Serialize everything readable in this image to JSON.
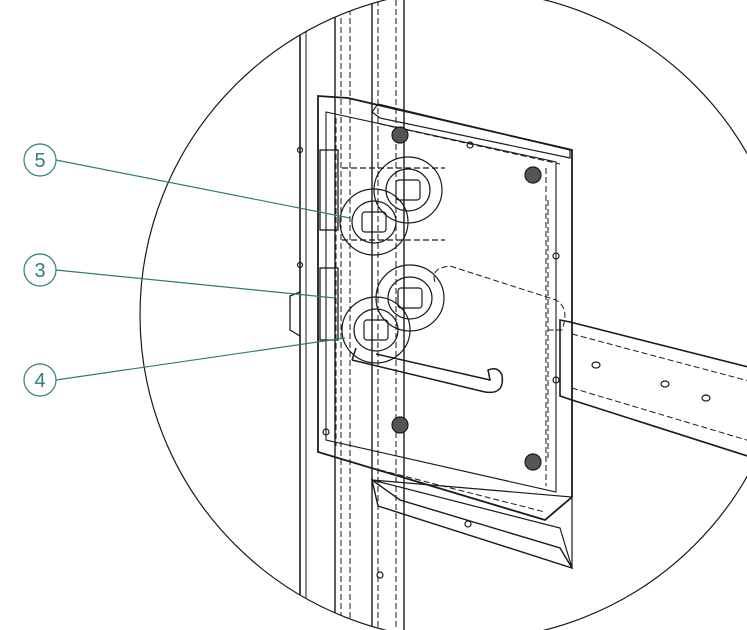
{
  "diagram": {
    "line_color": "#1a1a1a",
    "callout_color": "#2e7d7b",
    "background": "#ffffff",
    "callouts": [
      {
        "id": "callout-5",
        "label": "5"
      },
      {
        "id": "callout-3",
        "label": "3"
      },
      {
        "id": "callout-4",
        "label": "4"
      }
    ]
  }
}
